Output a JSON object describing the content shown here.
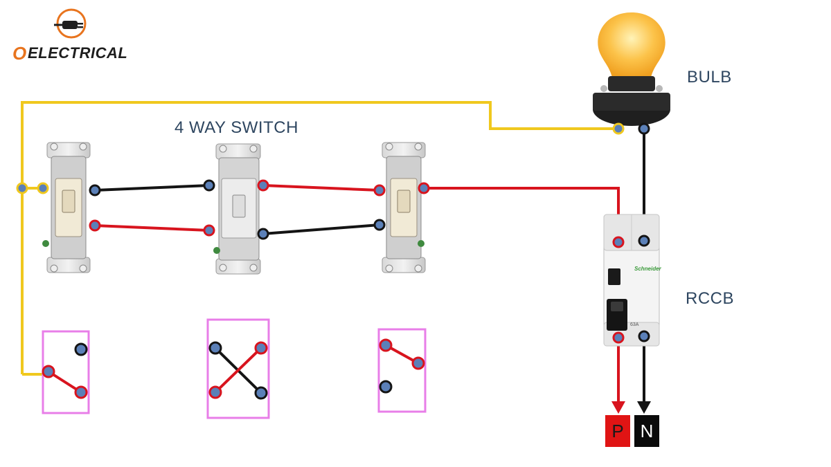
{
  "brand": {
    "logo_letter": "O",
    "name": "ELECTRICAL",
    "icon": "power-plug-icon"
  },
  "labels": {
    "four_way_switch": "4 WAY SWITCH",
    "bulb": "BULB",
    "rccb": "RCCB"
  },
  "terminals": {
    "phase": "P",
    "neutral": "N"
  },
  "rccb_device": {
    "brand": "Schneider",
    "rating": "63A"
  },
  "colors": {
    "phase_wire": "#d8141e",
    "neutral_wire": "#141414",
    "switch_wire": "#f0c81e",
    "terminal_fill": "#5b80b8",
    "schematic_box": "#e87ee8"
  }
}
